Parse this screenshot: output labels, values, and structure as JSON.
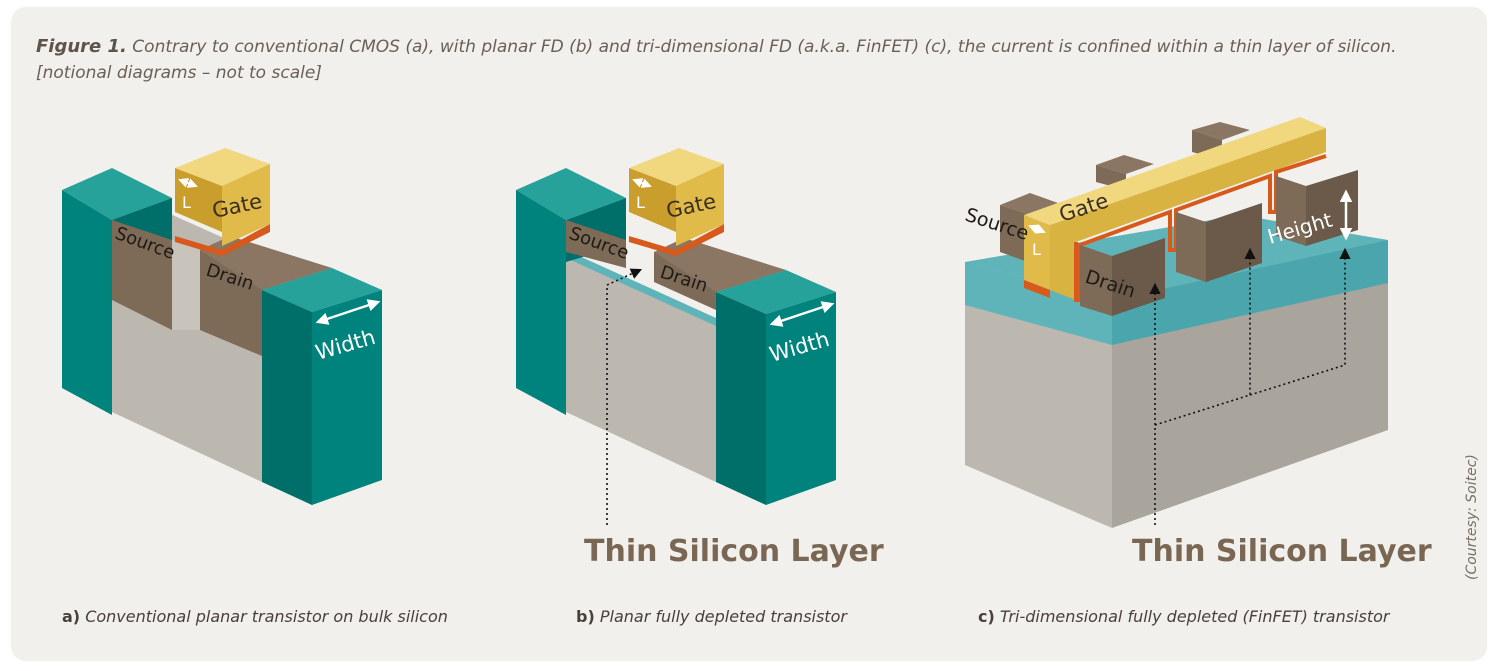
{
  "figure": {
    "label": "Figure 1.",
    "caption_line1": "Contrary to conventional CMOS (a), with planar FD (b) and tri-dimensional FD (a.k.a. FinFET) (c), the current is confined within a thin layer of silicon.",
    "caption_line2": "[notional diagrams – not to scale]"
  },
  "diagram_a": {
    "source": "Source",
    "drain": "Drain",
    "gate": "Gate",
    "l": "L",
    "width": "Width",
    "caption_letter": "a)",
    "caption_text": "Conventional planar transistor on bulk silicon"
  },
  "diagram_b": {
    "source": "Source",
    "drain": "Drain",
    "gate": "Gate",
    "l": "L",
    "width": "Width",
    "thin_layer": "Thin Silicon Layer",
    "caption_letter": "b)",
    "caption_text": "Planar fully depleted transistor"
  },
  "diagram_c": {
    "source": "Source",
    "drain": "Drain",
    "gate": "Gate",
    "l": "L",
    "height": "Height",
    "thin_layer": "Thin Silicon Layer",
    "caption_letter": "c)",
    "caption_text": "Tri-dimensional fully depleted (FinFET) transistor"
  },
  "credit": "(Courtesy: Soitec)",
  "colors": {
    "teal_face": "#00837d",
    "teal_dark": "#006e69",
    "teal_top": "#27a29b",
    "brown": "#7d6a57",
    "brown_dark": "#6b5a49",
    "gate_gold": "#e0bb4a",
    "gate_top": "#f1d77e",
    "gate_side": "#c99e2d",
    "oxide": "#d75a1c",
    "silicon": "#bcb8b0",
    "silicon_dark": "#a9a59d",
    "thin_layer": "#5fb4ba"
  }
}
